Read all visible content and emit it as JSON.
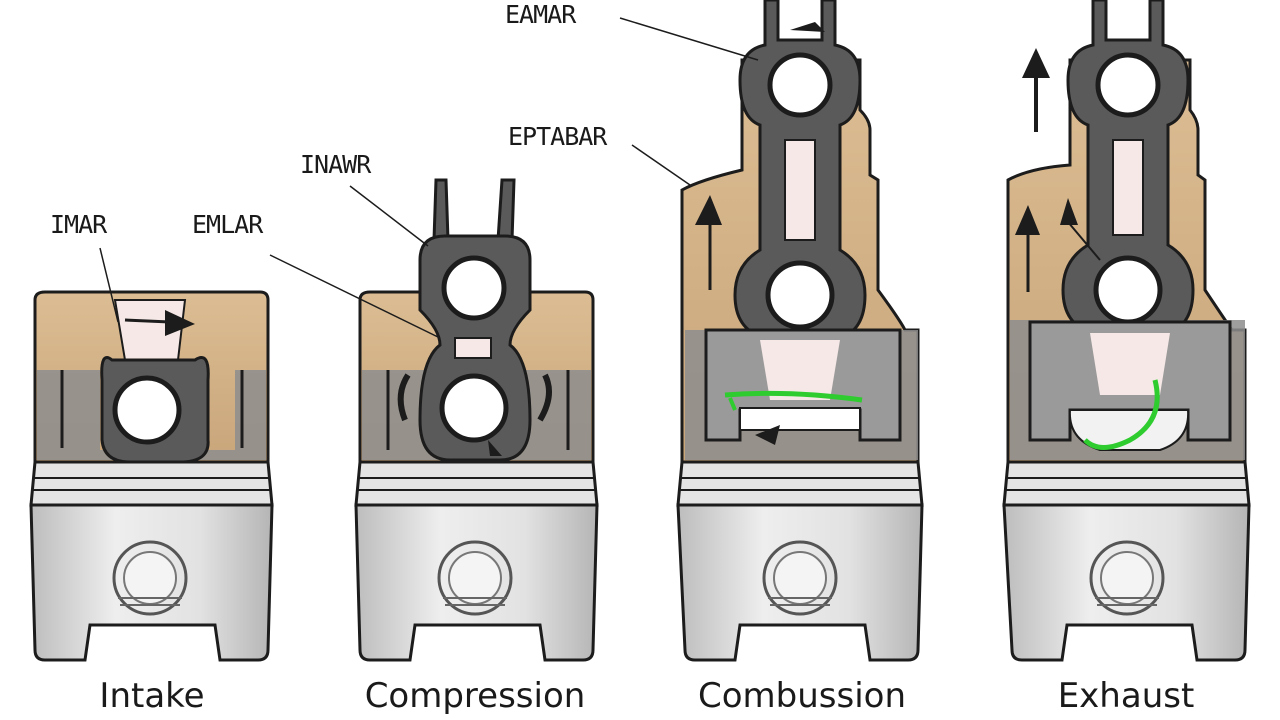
{
  "stages": [
    {
      "title": "Intake"
    },
    {
      "title": "Compression"
    },
    {
      "title": "Combussion"
    },
    {
      "title": "Exhaust"
    }
  ],
  "callouts": {
    "intake_rod": "IMAR",
    "compression_rod": "INAWR",
    "compression_body": "EMLAR",
    "combustion_top": "EAMAR",
    "combustion_body": "EPTABAR"
  },
  "colors": {
    "outline": "#1c1c1c",
    "rod": "#5a5a5a",
    "chamber_tan": "#d9b88e",
    "chamber_grey": "#8d8d8d",
    "piston_skirt": "#d6d6d6",
    "flame_green": "#2ecc2e"
  }
}
